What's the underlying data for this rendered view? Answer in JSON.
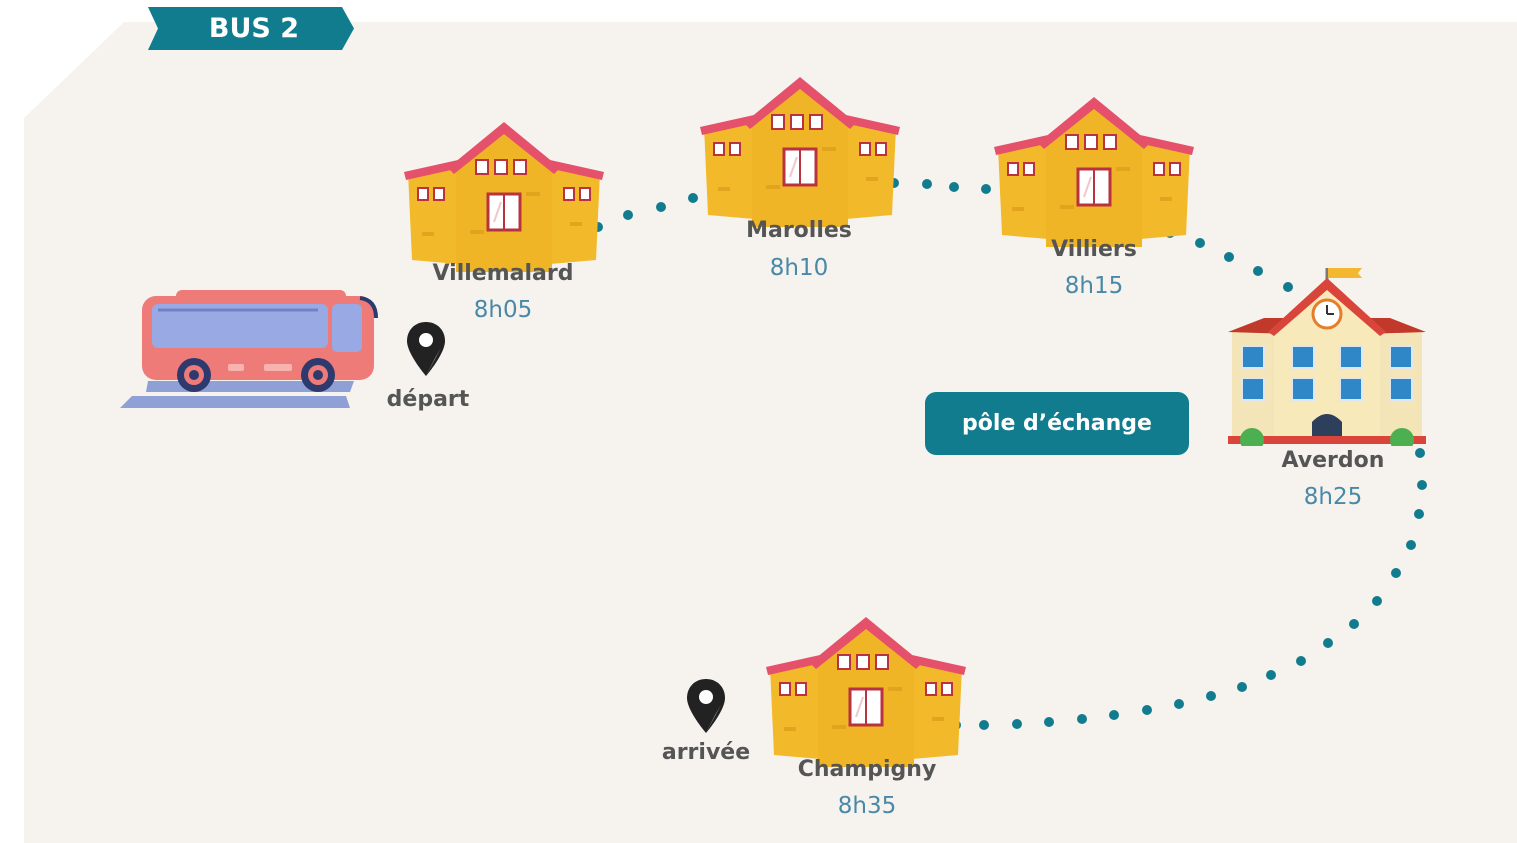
{
  "bus_label": "BUS 2",
  "colors": {
    "panel": "#f6f3ee",
    "teal": "#127c8f",
    "route_dot": "#127c8f",
    "name_text": "#555555",
    "time_text": "#4a88a8",
    "house_wall": "#f2b92a",
    "house_roof": "#e5506a"
  },
  "stops": [
    {
      "name": "Villemalard",
      "time": "8h05"
    },
    {
      "name": "Marolles",
      "time": "8h10"
    },
    {
      "name": "Villiers",
      "time": "8h15"
    },
    {
      "name": "Averdon",
      "time": "8h25"
    },
    {
      "name": "Champigny",
      "time": "8h35"
    }
  ],
  "start_label": "départ",
  "end_label": "arrivée",
  "hub_label": "pôle d’échange",
  "icons": [
    "bus-icon",
    "location-pin-icon",
    "house-icon",
    "school-icon"
  ]
}
